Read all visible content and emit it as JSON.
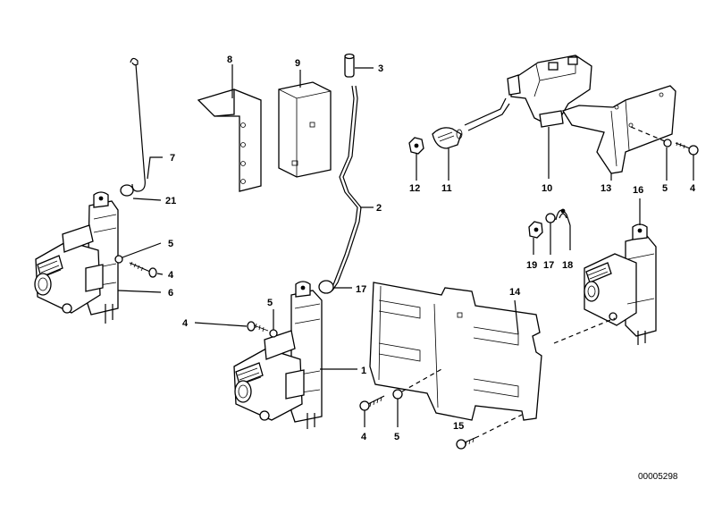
{
  "callouts": {
    "p1": "1",
    "p2": "2",
    "p3": "3",
    "p4a": "4",
    "p4b": "4",
    "p4c": "4",
    "p4d": "4",
    "p5a": "5",
    "p5b": "5",
    "p5c": "5",
    "p5d": "5",
    "p6": "6",
    "p7": "7",
    "p8": "8",
    "p9": "9",
    "p10": "10",
    "p11": "11",
    "p12": "12",
    "p13": "13",
    "p14": "14",
    "p15": "15",
    "p16": "16",
    "p17a": "17",
    "p17b": "17",
    "p18": "18",
    "p19": "19",
    "p21": "21"
  },
  "diagram_id": "00005298"
}
